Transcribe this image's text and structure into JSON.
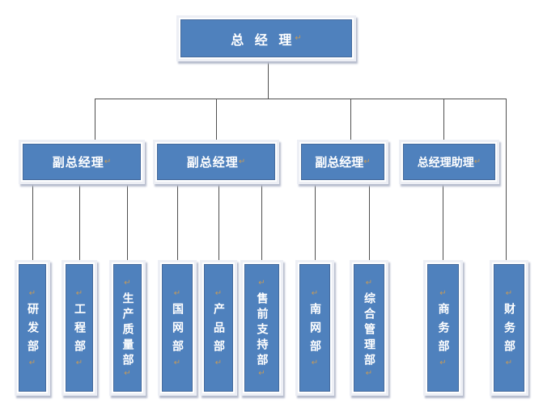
{
  "org_chart": {
    "title": "company-organization-chart",
    "root": {
      "label": "总 经 理"
    },
    "level2": [
      {
        "label": "副总经理"
      },
      {
        "label": "副总经理"
      },
      {
        "label": "副总经理"
      },
      {
        "label": "总经理助理"
      }
    ],
    "level3": [
      {
        "label": "研发部"
      },
      {
        "label": "工程部"
      },
      {
        "label": "生产质量部"
      },
      {
        "label": "国网部"
      },
      {
        "label": "产品部"
      },
      {
        "label": "售前支持部"
      },
      {
        "label": "南网部"
      },
      {
        "label": "综合管理部"
      },
      {
        "label": "商务部"
      },
      {
        "label": "财务部"
      }
    ],
    "colors": {
      "box_fill": "#4f81bd",
      "box_inner_border": "#44699c",
      "box_frame": "#edeff5",
      "box_shadow": "#b6bccd",
      "connector_line": "#4f4f4f",
      "text": "#ffffff",
      "paragraph_mark": "#c49a5a"
    }
  }
}
